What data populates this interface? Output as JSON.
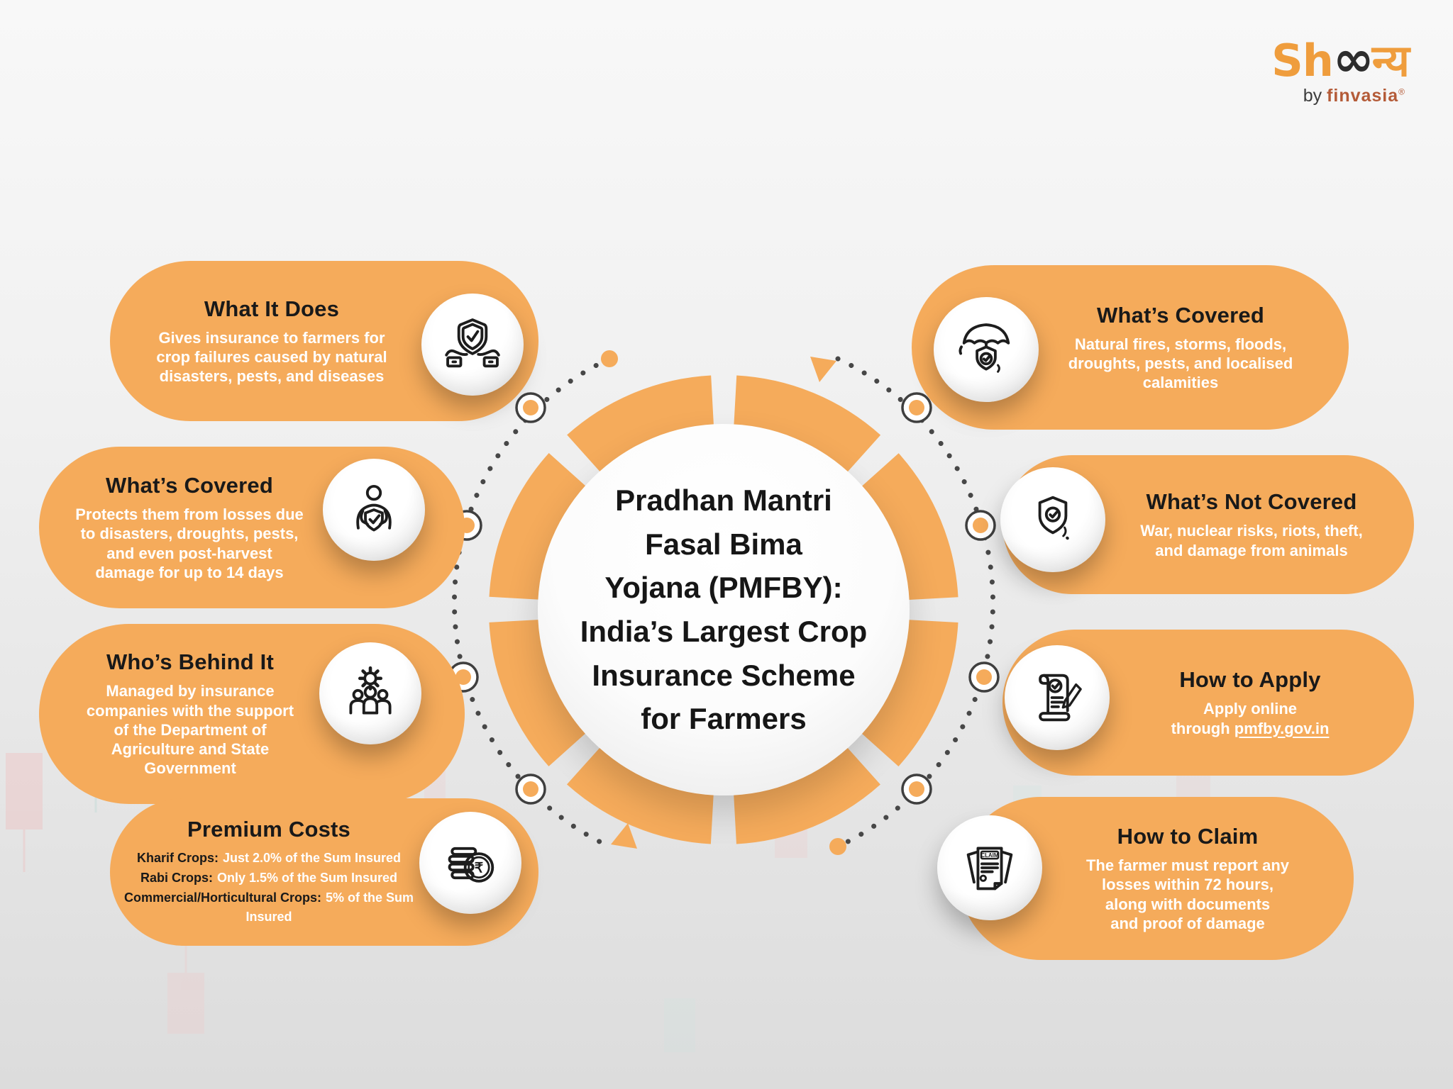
{
  "colors": {
    "card_orange": "#F5AB5B",
    "title_dark": "#191919",
    "body_white": "#FFFFFF",
    "dot_gray": "#474747",
    "logo_orange": "#EF9D3D",
    "finvasia_rust": "#B45B38"
  },
  "logo": {
    "part1": "Sh",
    "infinity": "∞",
    "part2": "न्य",
    "by": "by",
    "brand": "finvasia",
    "registered": "®"
  },
  "center": {
    "title_lines": [
      "Pradhan Mantri",
      "Fasal Bima",
      "Yojana (PMFBY):",
      "India’s Largest Crop",
      "Insurance Scheme",
      "for Farmers"
    ]
  },
  "cards_left": [
    {
      "title": "What It Does",
      "icon": "shield-hands-icon",
      "body_lines": [
        "Gives insurance to farmers for",
        "crop failures caused by natural",
        "disasters, pests, and diseases"
      ]
    },
    {
      "title": "What’s Covered",
      "icon": "person-shield-icon",
      "body_lines": [
        "Protects them from losses due",
        "to disasters, droughts, pests,",
        "and even post-harvest",
        "damage for up to 14 days"
      ]
    },
    {
      "title": "Who’s Behind It",
      "icon": "team-gear-icon",
      "body_lines": [
        "Managed by insurance",
        "companies with the support",
        "of the Department of",
        "Agriculture and State",
        "Government"
      ]
    },
    {
      "title": "Premium Costs",
      "icon": "rupee-coins-icon",
      "items": [
        {
          "label": "Kharif Crops:",
          "value": "Just 2.0% of the Sum Insured"
        },
        {
          "label": "Rabi Crops:",
          "value": "Only 1.5% of the Sum Insured"
        },
        {
          "label": "Commercial/Horticultural Crops:",
          "value": "5% of the Sum Insured"
        }
      ]
    }
  ],
  "cards_right": [
    {
      "title": "What’s Covered",
      "icon": "umbrella-shield-icon",
      "body_lines": [
        "Natural fires, storms, floods,",
        "droughts, pests, and localised",
        "calamities"
      ]
    },
    {
      "title": "What’s Not Covered",
      "icon": "shield-check-icon",
      "body_lines": [
        "War, nuclear risks, riots, theft,",
        "and damage from animals"
      ]
    },
    {
      "title": "How to Apply",
      "icon": "apply-document-icon",
      "line1": "Apply online",
      "line2_prefix": "through",
      "link_text": "pmfby.gov.in"
    },
    {
      "title": "How to Claim",
      "icon": "claim-document-icon",
      "body_lines": [
        "The farmer must report any",
        "losses within 72 hours,",
        "along with documents",
        "and proof of damage"
      ]
    }
  ],
  "icon_labels": {
    "rupee_symbol": "₹",
    "claim_label": "CLAIM"
  }
}
